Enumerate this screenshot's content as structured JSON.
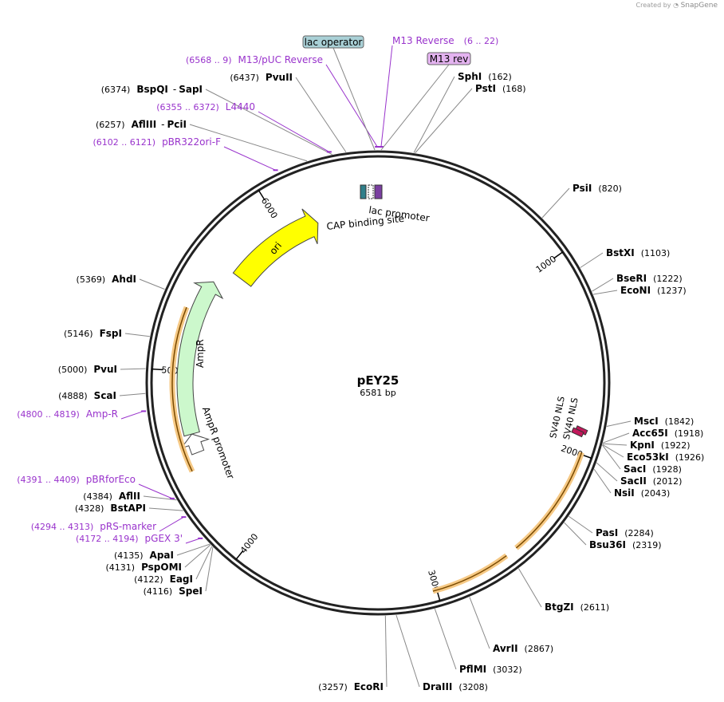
{
  "credit": {
    "prefix": "Created by",
    "brand": "SnapGene"
  },
  "plasmid": {
    "name": "pEY25",
    "length_label": "6581 bp",
    "length": 6581
  },
  "ticks": [
    {
      "label": "1000",
      "pos": 1000
    },
    {
      "label": "2000",
      "pos": 2000
    },
    {
      "label": "3000",
      "pos": 3000
    },
    {
      "label": "4000",
      "pos": 4000
    },
    {
      "label": "5000",
      "pos": 5000
    },
    {
      "label": "6000",
      "pos": 6000
    }
  ],
  "sites": [
    {
      "name": "SphI",
      "pos": 162,
      "pos_label": "(162)",
      "side": "right"
    },
    {
      "name": "PstI",
      "pos": 168,
      "pos_label": "(168)",
      "side": "right"
    },
    {
      "name": "PsiI",
      "pos": 820,
      "pos_label": "(820)",
      "side": "right"
    },
    {
      "name": "BstXI",
      "pos": 1103,
      "pos_label": "(1103)",
      "side": "right"
    },
    {
      "name": "BseRI",
      "pos": 1222,
      "pos_label": "(1222)",
      "side": "right"
    },
    {
      "name": "EcoNI",
      "pos": 1237,
      "pos_label": "(1237)",
      "side": "right"
    },
    {
      "name": "MscI",
      "pos": 1842,
      "pos_label": "(1842)",
      "side": "right"
    },
    {
      "name": "Acc65I",
      "pos": 1918,
      "pos_label": "(1918)",
      "side": "right"
    },
    {
      "name": "KpnI",
      "pos": 1922,
      "pos_label": "(1922)",
      "side": "right"
    },
    {
      "name": "Eco53kI",
      "pos": 1926,
      "pos_label": "(1926)",
      "side": "right"
    },
    {
      "name": "SacI",
      "pos": 1928,
      "pos_label": "(1928)",
      "side": "right"
    },
    {
      "name": "SacII",
      "pos": 2012,
      "pos_label": "(2012)",
      "side": "right"
    },
    {
      "name": "NsiI",
      "pos": 2043,
      "pos_label": "(2043)",
      "side": "right"
    },
    {
      "name": "PasI",
      "pos": 2284,
      "pos_label": "(2284)",
      "side": "right"
    },
    {
      "name": "Bsu36I",
      "pos": 2319,
      "pos_label": "(2319)",
      "side": "right"
    },
    {
      "name": "BtgZI",
      "pos": 2611,
      "pos_label": "(2611)",
      "side": "right"
    },
    {
      "name": "AvrII",
      "pos": 2867,
      "pos_label": "(2867)",
      "side": "right"
    },
    {
      "name": "PflMI",
      "pos": 3032,
      "pos_label": "(3032)",
      "side": "right"
    },
    {
      "name": "DraIII",
      "pos": 3208,
      "pos_label": "(3208)",
      "side": "right"
    },
    {
      "name": "EcoRI",
      "pos": 3257,
      "pos_label": "(3257)",
      "side": "left"
    },
    {
      "name": "SpeI",
      "pos": 4116,
      "pos_label": "(4116)",
      "side": "left"
    },
    {
      "name": "EagI",
      "pos": 4122,
      "pos_label": "(4122)",
      "side": "left"
    },
    {
      "name": "PspOMI",
      "pos": 4131,
      "pos_label": "(4131)",
      "side": "left"
    },
    {
      "name": "ApaI",
      "pos": 4135,
      "pos_label": "(4135)",
      "side": "left"
    },
    {
      "name": "BstAPI",
      "pos": 4328,
      "pos_label": "(4328)",
      "side": "left"
    },
    {
      "name": "AflII",
      "pos": 4384,
      "pos_label": "(4384)",
      "side": "left"
    },
    {
      "name": "ScaI",
      "pos": 4888,
      "pos_label": "(4888)",
      "side": "left"
    },
    {
      "name": "PvuI",
      "pos": 5000,
      "pos_label": "(5000)",
      "side": "left"
    },
    {
      "name": "FspI",
      "pos": 5146,
      "pos_label": "(5146)",
      "side": "left"
    },
    {
      "name": "AhdI",
      "pos": 5369,
      "pos_label": "(5369)",
      "side": "left"
    },
    {
      "name": "AflIII",
      "pos": 6257,
      "pos_label": "(6257)",
      "side": "left",
      "pair": "PciI"
    },
    {
      "name": "BspQI",
      "pos": 6374,
      "pos_label": "(6374)",
      "side": "left",
      "pair": "SapI"
    },
    {
      "name": "PvuII",
      "pos": 6437,
      "pos_label": "(6437)",
      "side": "left"
    }
  ],
  "primers": [
    {
      "name": "M13 Reverse",
      "range": "(6 .. 22)",
      "pos": 14,
      "side": "right"
    },
    {
      "name": "M13/pUC Reverse",
      "range": "(6568 .. 9)",
      "pos": 6578,
      "side": "left"
    },
    {
      "name": "L4440",
      "range": "(6355 .. 6372)",
      "pos": 6363,
      "side": "left"
    },
    {
      "name": "pBR322ori-F",
      "range": "(6102 .. 6121)",
      "pos": 6111,
      "side": "left"
    },
    {
      "name": "Amp-R",
      "range": "(4800 .. 4819)",
      "pos": 4810,
      "side": "left"
    },
    {
      "name": "pBRforEco",
      "range": "(4391 .. 4409)",
      "pos": 4400,
      "side": "left"
    },
    {
      "name": "pRS-marker",
      "range": "(4294 .. 4313)",
      "pos": 4303,
      "side": "left"
    },
    {
      "name": "pGEX 3'",
      "range": "(4172 .. 4194)",
      "pos": 4183,
      "side": "left"
    }
  ],
  "boxes": [
    {
      "name": "lac operator",
      "pos": 6581,
      "fill": "#a9d0d6"
    },
    {
      "name": "M13 rev",
      "pos": 10,
      "fill": "#e4b3f0"
    }
  ],
  "features": [
    {
      "name": "ori",
      "start": 5616,
      "end": 6205,
      "fill": "#ffff00"
    },
    {
      "name": "AmpR",
      "start": 4655,
      "end": 5513,
      "fill": "#ccf8cc"
    },
    {
      "name": "AmpR promoter",
      "start": 4550,
      "end": 4655,
      "fill": "#ffffff"
    },
    {
      "name": "lac promoter",
      "start": 6560,
      "end": 6580,
      "fill": "#7a3fa0"
    },
    {
      "name": "CAP binding site",
      "start": 6485,
      "end": 6510,
      "fill": "#2f7f8a"
    },
    {
      "name": "SV40 NLS",
      "start": 1870,
      "end": 1895,
      "fill": "#c2185b"
    },
    {
      "name": "SV40 NLS",
      "start": 1898,
      "end": 1920,
      "fill": "#c2185b"
    }
  ],
  "colors": {
    "primer": "#9933cc",
    "backbone": "#222222",
    "orf_glow": "#f6c985",
    "orf_line": "#7a4a00"
  }
}
